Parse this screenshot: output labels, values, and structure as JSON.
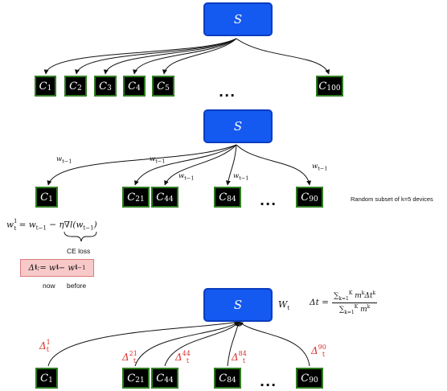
{
  "server_label": "S",
  "ellipsis": "...",
  "stage1": {
    "clients": [
      {
        "base": "C",
        "sub": "1"
      },
      {
        "base": "C",
        "sub": "2"
      },
      {
        "base": "C",
        "sub": "3"
      },
      {
        "base": "C",
        "sub": "4"
      },
      {
        "base": "C",
        "sub": "5"
      },
      {
        "base": "C",
        "sub": "100"
      }
    ]
  },
  "stage2": {
    "clients": [
      {
        "base": "C",
        "sub": "1"
      },
      {
        "base": "C",
        "sub": "21"
      },
      {
        "base": "C",
        "sub": "44"
      },
      {
        "base": "C",
        "sub": "84"
      },
      {
        "base": "C",
        "sub": "90"
      }
    ],
    "weight_label": {
      "base": "w",
      "sub": "t−1"
    },
    "subset_note": "Random subset of k=5 devices",
    "sgd_update": {
      "lhs_base": "w",
      "lhs_sup": "1",
      "lhs_sub": "t",
      "rhs": "= w",
      "rhs_sub": "t−1",
      "rhs_rest": " − η∇l(w",
      "rhs_sub2": "t−1",
      "rhs_end": ")"
    },
    "loss_label": "CE loss",
    "delta_box": {
      "base": "Δ",
      "sup": "1",
      "sub": "t",
      "mid": " := w",
      "mid_sup": "1",
      "mid_sub": "t",
      "minus": " − w",
      "minus_sup": "1",
      "minus_sub": "t−1"
    },
    "now_label": "now",
    "before_label": "before"
  },
  "stage3": {
    "clients": [
      {
        "base": "C",
        "sub": "1"
      },
      {
        "base": "C",
        "sub": "21"
      },
      {
        "base": "C",
        "sub": "44"
      },
      {
        "base": "C",
        "sub": "84"
      },
      {
        "base": "C",
        "sub": "90"
      }
    ],
    "deltas": [
      {
        "base": "Δ",
        "sup": "1",
        "sub": "t"
      },
      {
        "base": "Δ",
        "sup": "21",
        "sub": "t"
      },
      {
        "base": "Δ",
        "sup": "44",
        "sub": "t"
      },
      {
        "base": "Δ",
        "sup": "84",
        "sub": "t"
      },
      {
        "base": "Δ",
        "sup": "90",
        "sub": "t"
      }
    ],
    "server_weight": {
      "base": "W",
      "sub": "t"
    },
    "aggregation": {
      "lhs": "Δt =",
      "num": "∑",
      "num_sub": "k=1",
      "num_sup": "K",
      "num_rest": " m",
      "num_rest_sup": "k",
      "num_end": "Δt",
      "num_end_sup": "k",
      "den": "∑",
      "den_sub": "k=1",
      "den_sup": "K",
      "den_rest": " m",
      "den_rest_sup": "k"
    }
  },
  "colors": {
    "server_fill": "#1459f0",
    "client_fill": "#000000",
    "client_border": "#2f7d20",
    "delta_text": "#d9302c",
    "update_box_fill": "#f8c9c9"
  }
}
